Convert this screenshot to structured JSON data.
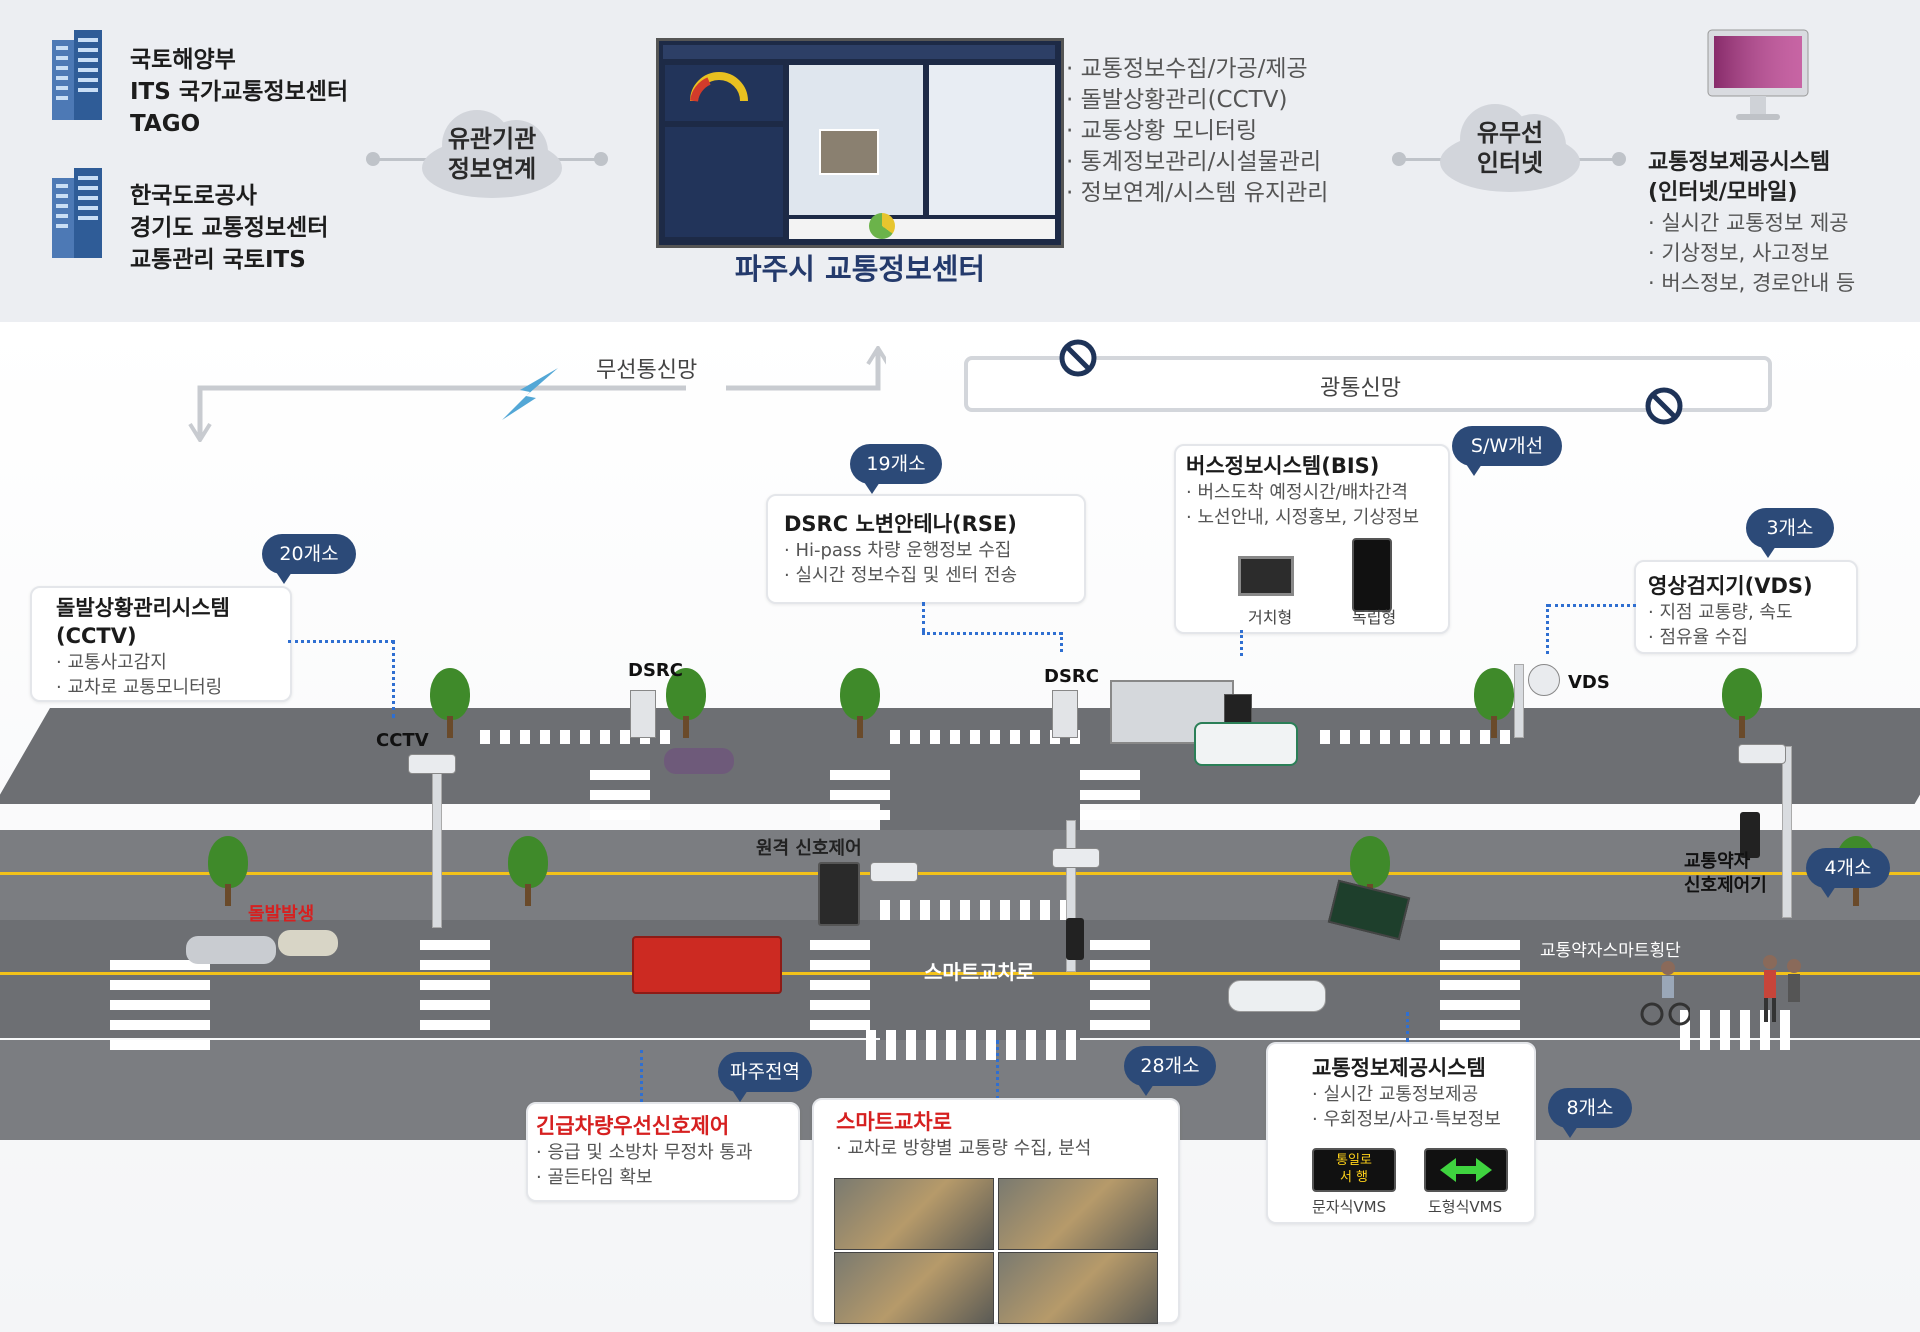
{
  "top": {
    "agencies_group1": [
      "국토해양부",
      "ITS 국가교통정보센터",
      "TAGO"
    ],
    "agencies_group2": [
      "한국도로공사",
      "경기도 교통정보센터",
      "교통관리 국토ITS"
    ],
    "cloud_left": [
      "유관기관",
      "정보연계"
    ],
    "center_title": "파주시 교통정보센터",
    "center_functions": [
      "· 교통정보수집/가공/제공",
      "· 돌발상황관리(CCTV)",
      "· 교통상황 모니터링",
      "· 통계정보관리/시설물관리",
      "· 정보연계/시스템 유지관리"
    ],
    "cloud_right": [
      "유무선",
      "인터넷"
    ],
    "provider_title": [
      "교통정보제공시스템",
      "(인터넷/모바일)"
    ],
    "provider_items": [
      "· 실시간 교통정보 제공",
      "· 기상정보, 사고정보",
      "· 버스정보, 경로안내 등"
    ]
  },
  "networks": {
    "wireless": "무선통신망",
    "fiber": "광통신망"
  },
  "cards": {
    "cctv": {
      "badge": "20개소",
      "title": [
        "돌발상황관리시스템",
        "(CCTV)"
      ],
      "items": [
        "· 교통사고감지",
        "· 교차로 교통모니터링"
      ]
    },
    "dsrc": {
      "badge": "19개소",
      "title": "DSRC 노변안테나(RSE)",
      "items": [
        "· Hi-pass 차량 운행정보 수집",
        "· 실시간 정보수집 및 센터 전송"
      ]
    },
    "bis": {
      "badge": "S/W개선",
      "title": "버스정보시스템(BIS)",
      "items": [
        "· 버스도착 예정시간/배차간격",
        "· 노선안내, 시정홍보, 기상정보"
      ],
      "sub_labels": [
        "거치형",
        "독립형"
      ]
    },
    "vds": {
      "badge": "3개소",
      "title": "영상검지기(VDS)",
      "items": [
        "· 지점 교통량, 속도",
        "· 점유율 수집"
      ]
    },
    "emergency": {
      "badge": "파주전역",
      "title": "긴급차량우선신호제어",
      "items": [
        "· 응급 및 소방차 무정차 통과",
        "· 골든타임 확보"
      ]
    },
    "smart": {
      "badge": "28개소",
      "title": "스마트교차로",
      "items": [
        "· 교차로 방향별 교통량 수집, 분석"
      ]
    },
    "vms": {
      "badge": "8개소",
      "title": "교통정보제공시스템",
      "items": [
        "· 실시간 교통정보제공",
        "· 우회정보/사고·특보정보"
      ],
      "sub_labels": [
        "문자식VMS",
        "도형식VMS"
      ],
      "sign_text": [
        "통일로",
        "서 행"
      ]
    }
  },
  "scene_labels": {
    "cctv": "CCTV",
    "dsrc_left": "DSRC",
    "dsrc_right": "DSRC",
    "vds": "VDS",
    "remote": "원격 신호제어",
    "smart_intersection": "스마트교차로",
    "accident": "돌발발생",
    "vulnerable_signal": [
      "교통약자",
      "신호제어기"
    ],
    "vulnerable_badge": "4개소",
    "vulnerable_crossing": "교통약자스마트횡단"
  },
  "colors": {
    "badge": "#2c4a78",
    "dotted": "#2f6fd1",
    "alert": "#d62020",
    "road": "#6d6f73"
  }
}
